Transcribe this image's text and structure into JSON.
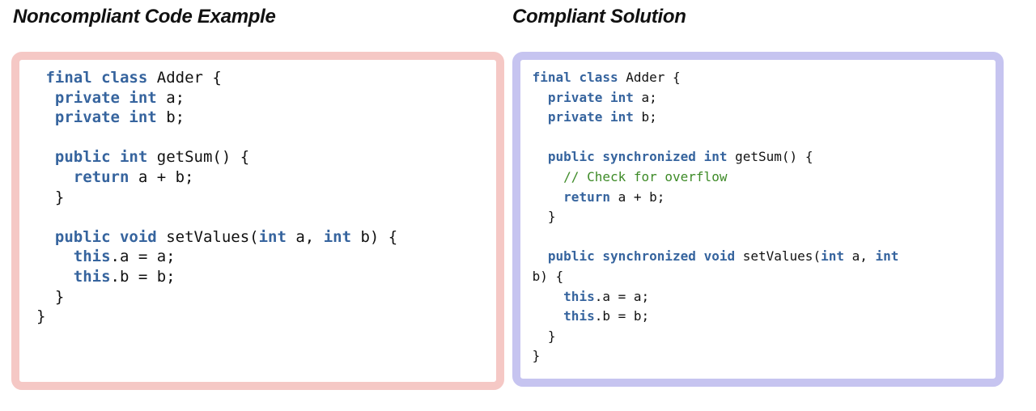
{
  "syntax_colors": {
    "keyword": "#36649e",
    "comment": "#3e8b28",
    "plain": "#111111"
  },
  "panels": [
    {
      "title": "Noncompliant Code Example",
      "border_color": "#f5c8c5",
      "code_lines": [
        [
          {
            "c": "pl",
            "t": " "
          },
          {
            "c": "kw",
            "t": "final"
          },
          {
            "c": "pl",
            "t": " "
          },
          {
            "c": "kw",
            "t": "class"
          },
          {
            "c": "pl",
            "t": " Adder {"
          }
        ],
        [
          {
            "c": "pl",
            "t": "  "
          },
          {
            "c": "kw",
            "t": "private"
          },
          {
            "c": "pl",
            "t": " "
          },
          {
            "c": "kw",
            "t": "int"
          },
          {
            "c": "pl",
            "t": " a;"
          }
        ],
        [
          {
            "c": "pl",
            "t": "  "
          },
          {
            "c": "kw",
            "t": "private"
          },
          {
            "c": "pl",
            "t": " "
          },
          {
            "c": "kw",
            "t": "int"
          },
          {
            "c": "pl",
            "t": " b;"
          }
        ],
        [],
        [
          {
            "c": "pl",
            "t": "  "
          },
          {
            "c": "kw",
            "t": "public"
          },
          {
            "c": "pl",
            "t": " "
          },
          {
            "c": "kw",
            "t": "int"
          },
          {
            "c": "pl",
            "t": " getSum() {"
          }
        ],
        [
          {
            "c": "pl",
            "t": "    "
          },
          {
            "c": "kw",
            "t": "return"
          },
          {
            "c": "pl",
            "t": " a + b;"
          }
        ],
        [
          {
            "c": "pl",
            "t": "  }"
          }
        ],
        [],
        [
          {
            "c": "pl",
            "t": "  "
          },
          {
            "c": "kw",
            "t": "public"
          },
          {
            "c": "pl",
            "t": " "
          },
          {
            "c": "kw",
            "t": "void"
          },
          {
            "c": "pl",
            "t": " setValues("
          },
          {
            "c": "kw",
            "t": "int"
          },
          {
            "c": "pl",
            "t": " a, "
          },
          {
            "c": "kw",
            "t": "int"
          },
          {
            "c": "pl",
            "t": " b) {"
          }
        ],
        [
          {
            "c": "pl",
            "t": "    "
          },
          {
            "c": "kw",
            "t": "this"
          },
          {
            "c": "pl",
            "t": ".a = a;"
          }
        ],
        [
          {
            "c": "pl",
            "t": "    "
          },
          {
            "c": "kw",
            "t": "this"
          },
          {
            "c": "pl",
            "t": ".b = b;"
          }
        ],
        [
          {
            "c": "pl",
            "t": "  }"
          }
        ],
        [
          {
            "c": "pl",
            "t": "}"
          }
        ]
      ]
    },
    {
      "title": "Compliant Solution",
      "border_color": "#c6c4f0",
      "code_lines": [
        [
          {
            "c": "pl",
            "t": " "
          },
          {
            "c": "kw",
            "t": "final"
          },
          {
            "c": "pl",
            "t": " "
          },
          {
            "c": "kw",
            "t": "class"
          },
          {
            "c": "pl",
            "t": " Adder {"
          }
        ],
        [
          {
            "c": "pl",
            "t": "   "
          },
          {
            "c": "kw",
            "t": "private"
          },
          {
            "c": "pl",
            "t": " "
          },
          {
            "c": "kw",
            "t": "int"
          },
          {
            "c": "pl",
            "t": " a;"
          }
        ],
        [
          {
            "c": "pl",
            "t": "   "
          },
          {
            "c": "kw",
            "t": "private"
          },
          {
            "c": "pl",
            "t": " "
          },
          {
            "c": "kw",
            "t": "int"
          },
          {
            "c": "pl",
            "t": " b;"
          }
        ],
        [],
        [
          {
            "c": "pl",
            "t": "   "
          },
          {
            "c": "kw",
            "t": "public"
          },
          {
            "c": "pl",
            "t": " "
          },
          {
            "c": "kw",
            "t": "synchronized"
          },
          {
            "c": "pl",
            "t": " "
          },
          {
            "c": "kw",
            "t": "int"
          },
          {
            "c": "pl",
            "t": " getSum() {"
          }
        ],
        [
          {
            "c": "cm",
            "t": "     // Check for overflow"
          }
        ],
        [
          {
            "c": "pl",
            "t": "     "
          },
          {
            "c": "kw",
            "t": "return"
          },
          {
            "c": "pl",
            "t": " a + b;"
          }
        ],
        [
          {
            "c": "pl",
            "t": "   }"
          }
        ],
        [],
        [
          {
            "c": "pl",
            "t": "   "
          },
          {
            "c": "kw",
            "t": "public"
          },
          {
            "c": "pl",
            "t": " "
          },
          {
            "c": "kw",
            "t": "synchronized"
          },
          {
            "c": "pl",
            "t": " "
          },
          {
            "c": "kw",
            "t": "void"
          },
          {
            "c": "pl",
            "t": " setValues("
          },
          {
            "c": "kw",
            "t": "int"
          },
          {
            "c": "pl",
            "t": " a, "
          },
          {
            "c": "kw",
            "t": "int"
          }
        ],
        [
          {
            "c": "pl",
            "t": " b) {"
          }
        ],
        [
          {
            "c": "pl",
            "t": "     "
          },
          {
            "c": "kw",
            "t": "this"
          },
          {
            "c": "pl",
            "t": ".a = a;"
          }
        ],
        [
          {
            "c": "pl",
            "t": "     "
          },
          {
            "c": "kw",
            "t": "this"
          },
          {
            "c": "pl",
            "t": ".b = b;"
          }
        ],
        [
          {
            "c": "pl",
            "t": "   }"
          }
        ],
        [
          {
            "c": "pl",
            "t": " }"
          }
        ]
      ]
    }
  ]
}
